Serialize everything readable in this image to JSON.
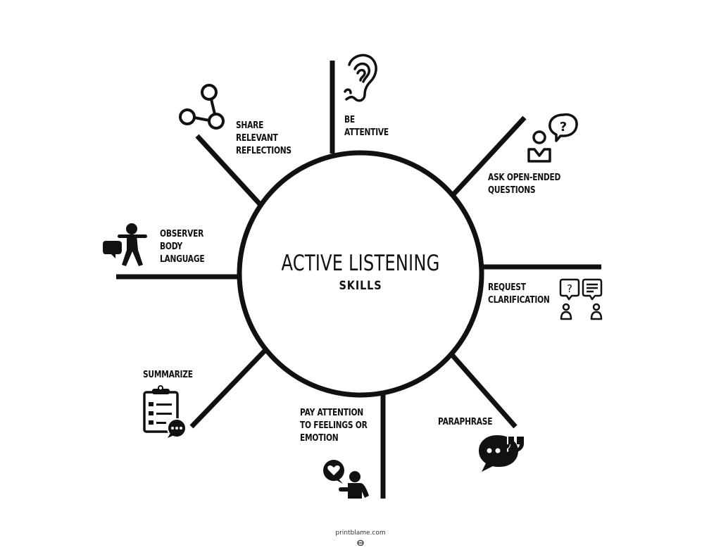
{
  "diagram": {
    "title": "ACTIVE LISTENING",
    "subtitle": "SKILLS",
    "colors": {
      "stroke": "#111111",
      "background": "#ffffff"
    },
    "nodes": [
      {
        "id": "be-attentive",
        "label": "BE\nATTENTIVE",
        "icon": "ear-icon"
      },
      {
        "id": "ask-open-ended-questions",
        "label": "ASK OPEN-ENDED\nQUESTIONS",
        "icon": "person-question-bubble-icon"
      },
      {
        "id": "request-clarification",
        "label": "REQUEST\nCLARIFICATION",
        "icon": "two-people-speech-bubbles-icon"
      },
      {
        "id": "paraphrase",
        "label": "PARAPHRASE",
        "icon": "quote-speech-bubble-icon"
      },
      {
        "id": "pay-attention-to-feelings",
        "label": "PAY ATTENTION\nTO FEELINGS OR\nEMOTION",
        "icon": "person-heart-bubble-icon"
      },
      {
        "id": "summarize",
        "label": "SUMMARIZE",
        "icon": "clipboard-checklist-icon"
      },
      {
        "id": "observer-body-language",
        "label": "OBSERVER\nBODY\nLANGUAGE",
        "icon": "body-language-figure-icon"
      },
      {
        "id": "share-relevant-reflections",
        "label": "SHARE\nRELEVANT\nREFLECTIONS",
        "icon": "share-nodes-icon"
      }
    ]
  },
  "footer": {
    "site": "printblame.com",
    "logo_icon": "printblame-logo-icon"
  }
}
